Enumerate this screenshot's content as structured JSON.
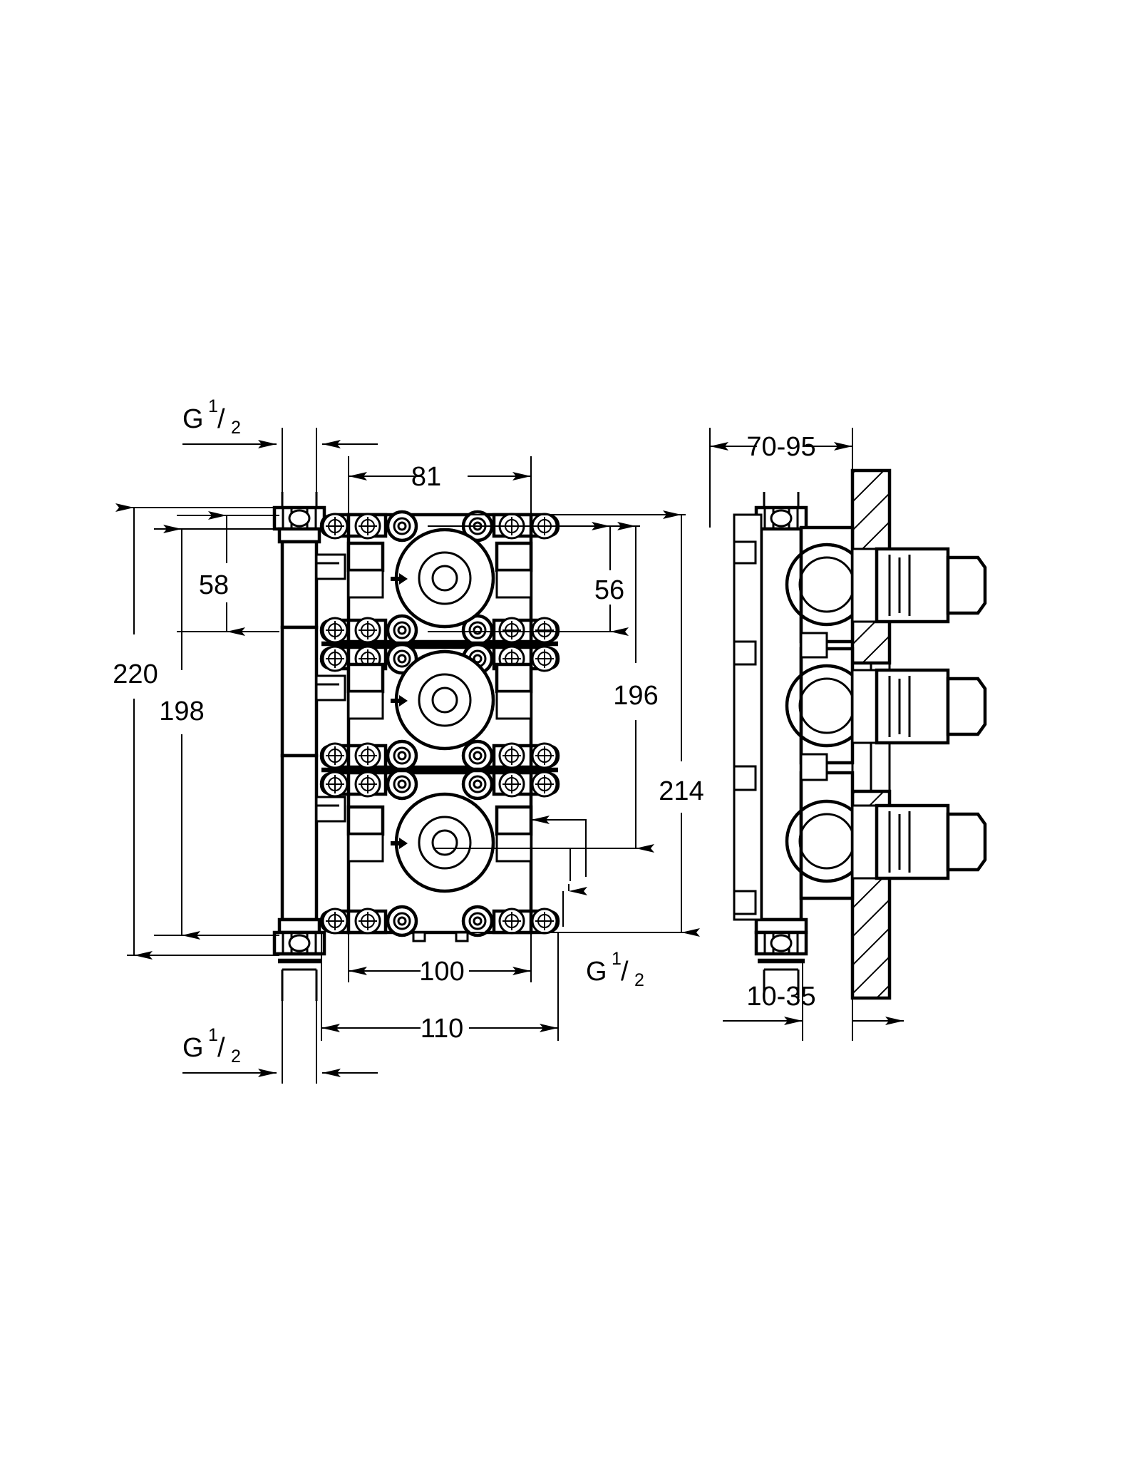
{
  "drawing": {
    "title": "Concealed three-valve rough-in body technical drawing",
    "type": "engineering-dimension-drawing",
    "units": "mm",
    "views": [
      {
        "id": "front",
        "label": "front-elevation"
      },
      {
        "id": "side",
        "label": "side-section-with-wall"
      }
    ]
  },
  "dimensions": {
    "d_81": {
      "value": "81",
      "view": "front",
      "orientation": "horizontal",
      "position": "top"
    },
    "d_58": {
      "value": "58",
      "view": "front",
      "orientation": "vertical",
      "position": "left-inner"
    },
    "d_220": {
      "value": "220",
      "view": "front",
      "orientation": "vertical",
      "position": "left-outer"
    },
    "d_198": {
      "value": "198",
      "view": "front",
      "orientation": "vertical",
      "position": "left-mid"
    },
    "d_56": {
      "value": "56",
      "view": "front",
      "orientation": "vertical",
      "position": "right-inner"
    },
    "d_196": {
      "value": "196",
      "view": "front",
      "orientation": "vertical",
      "position": "right-mid"
    },
    "d_214": {
      "value": "214",
      "view": "front",
      "orientation": "vertical",
      "position": "right-outer"
    },
    "d_100": {
      "value": "100",
      "view": "front",
      "orientation": "horizontal",
      "position": "bottom-inner"
    },
    "d_110": {
      "value": "110",
      "view": "front",
      "orientation": "horizontal",
      "position": "bottom-outer"
    },
    "d_7095": {
      "value": "70-95",
      "view": "side",
      "orientation": "horizontal",
      "position": "top"
    },
    "d_1035": {
      "value": "10-35",
      "view": "side",
      "orientation": "horizontal",
      "position": "bottom"
    }
  },
  "thread_callouts": [
    {
      "id": "g_top_left",
      "letter": "G",
      "numerator": "1",
      "slash": "/",
      "denominator": "2",
      "view": "front",
      "position": "top-left"
    },
    {
      "id": "g_bottom_left",
      "letter": "G",
      "numerator": "1",
      "slash": "/",
      "denominator": "2",
      "view": "front",
      "position": "bottom-left"
    },
    {
      "id": "g_bottom_right",
      "letter": "G",
      "numerator": "1",
      "slash": "/",
      "denominator": "2",
      "view": "front",
      "position": "bottom-right"
    }
  ],
  "valve_units": [
    {
      "index": 1,
      "label": "valve-unit-top"
    },
    {
      "index": 2,
      "label": "valve-unit-middle"
    },
    {
      "index": 3,
      "label": "valve-unit-bottom"
    }
  ],
  "colors": {
    "line": "#000000",
    "background": "#ffffff"
  }
}
